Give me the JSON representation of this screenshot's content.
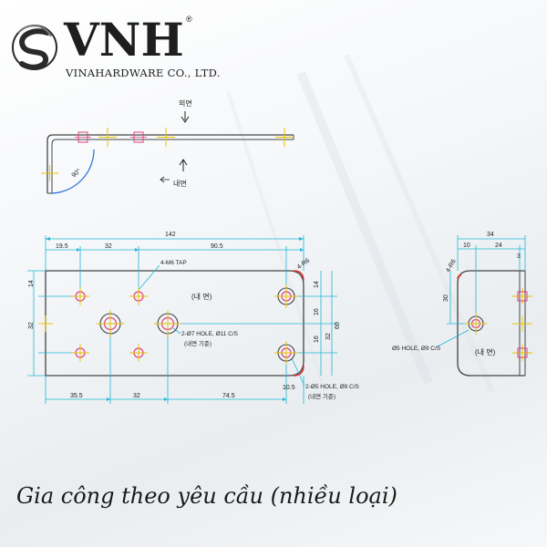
{
  "brand": {
    "name": "VNH",
    "registered": "®",
    "company": "VINAHARDWARE CO., LTD.",
    "logo_icon": "swirl-s-logo-icon"
  },
  "drawing": {
    "side_view": {
      "outer_face_label": "외면",
      "inner_face_label": "내면",
      "angle": "90°"
    },
    "main_view": {
      "dim_total": "142",
      "dim_19_5": "19.5",
      "dim_32_top": "32",
      "dim_90_5": "90.5",
      "dim_14_left": "14",
      "dim_32_left": "32",
      "dim_35_5": "35.5",
      "dim_32_bottom": "32",
      "dim_74_5": "74.5",
      "dim_10_5": "10.5",
      "dim_14_right": "14",
      "dim_16_a": "16",
      "dim_16_b": "16",
      "dim_32_right": "32",
      "dim_60": "60",
      "radius": "4-R6",
      "tap_note": "4-M6 TAP",
      "face_label": "(내 면)",
      "hole_note_1": "2-Ø7 HOLE, Ø11 C/S",
      "hole_note_1_sub": "(내면 기준)",
      "hole_note_2": "2-Ø5 HOLE, Ø9 C/S",
      "hole_note_2_sub": "(내면 기준)"
    },
    "end_view": {
      "dim_34": "34",
      "dim_10": "10",
      "dim_24": "24",
      "dim_3": "3",
      "dim_30": "30",
      "radius": "4-R6",
      "hole_note": "Ø5 HOLE, Ø9 C/S",
      "face_label": "(내 면)"
    }
  },
  "caption": "Gia công theo yêu cầu (nhiều loại)",
  "colors": {
    "cad_line": "#444444",
    "dimension": "#1fb7d6",
    "centerline_yellow": "#e8c200",
    "hole_pink": "#e0407a",
    "arc_blue": "#2b6fd6"
  }
}
